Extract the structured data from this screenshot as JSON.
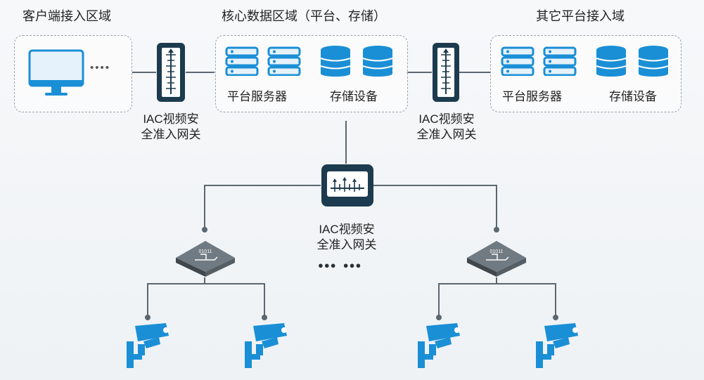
{
  "zones": {
    "client": "客户端接入区域",
    "core": "核心数据区域（平台、存储）",
    "other": "其它平台接入域"
  },
  "labels": {
    "core_server": "平台服务器",
    "core_storage": "存储设备",
    "other_server": "平台服务器",
    "other_storage": "存储设备",
    "client_more": "••••",
    "gateway_line1": "IAC视频安",
    "gateway_line2": "全准入网关",
    "switch_more": "●●●  ●●●",
    "switch_chip": "01011"
  },
  "colors": {
    "accent": "#1a8fd6",
    "gateway_dark": "#1d3b4f",
    "line": "#5b6770"
  }
}
